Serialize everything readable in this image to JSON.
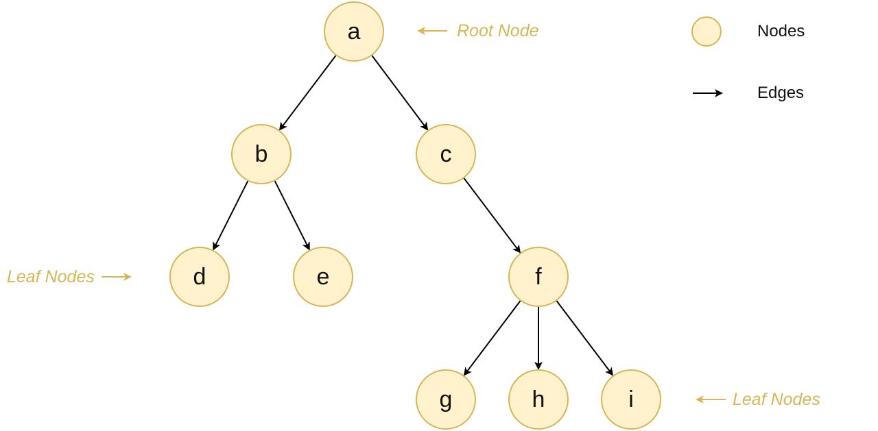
{
  "nodes": [
    {
      "id": "a",
      "label": "a"
    },
    {
      "id": "b",
      "label": "b"
    },
    {
      "id": "c",
      "label": "c"
    },
    {
      "id": "d",
      "label": "d"
    },
    {
      "id": "e",
      "label": "e"
    },
    {
      "id": "f",
      "label": "f"
    },
    {
      "id": "g",
      "label": "g"
    },
    {
      "id": "h",
      "label": "h"
    },
    {
      "id": "i",
      "label": "i"
    }
  ],
  "edges": [
    {
      "from": "a",
      "to": "b"
    },
    {
      "from": "a",
      "to": "c"
    },
    {
      "from": "b",
      "to": "d"
    },
    {
      "from": "b",
      "to": "e"
    },
    {
      "from": "c",
      "to": "f"
    },
    {
      "from": "f",
      "to": "g"
    },
    {
      "from": "f",
      "to": "h"
    },
    {
      "from": "f",
      "to": "i"
    }
  ],
  "annotations": {
    "root": "Root Node",
    "leaf_left": "Leaf Nodes",
    "leaf_right": "Leaf Nodes"
  },
  "legend": {
    "nodes_label": "Nodes",
    "edges_label": "Edges"
  },
  "colors": {
    "node_fill": "#fff2cc",
    "node_stroke": "#d6b656",
    "annotation": "#d6b656",
    "edge": "#000000"
  }
}
